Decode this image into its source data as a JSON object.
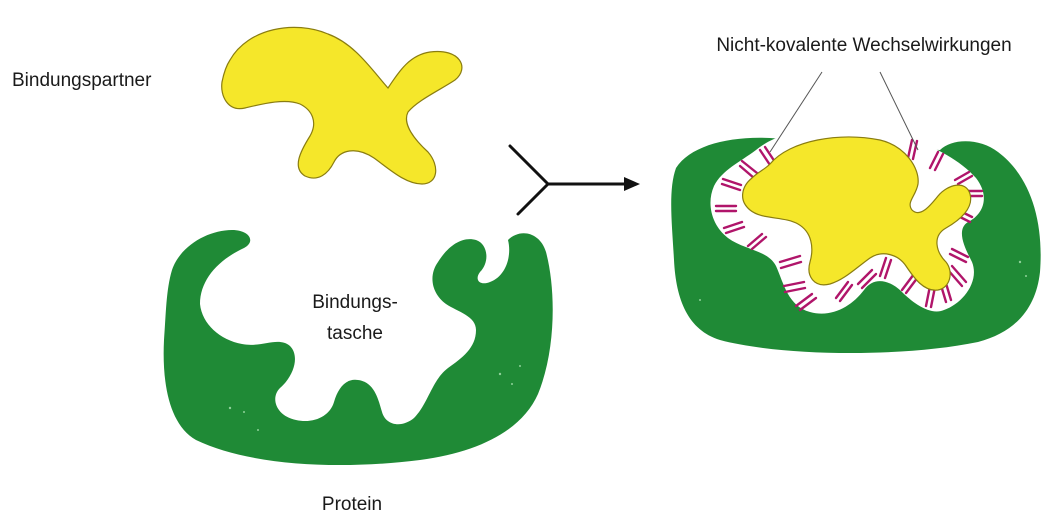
{
  "labels": {
    "binding_partner": "Bindungspartner",
    "binding_pocket_line1": "Bindungs-",
    "binding_pocket_line2": "tasche",
    "protein": "Protein",
    "noncovalent_interactions": "Nicht-kovalente Wechselwirkungen"
  },
  "colors": {
    "protein": "#1f8a36",
    "ligand": "#f5e72a",
    "ligand_outline": "#8a7d10",
    "interaction_bonds": "#b0156a",
    "arrow": "#111111"
  }
}
